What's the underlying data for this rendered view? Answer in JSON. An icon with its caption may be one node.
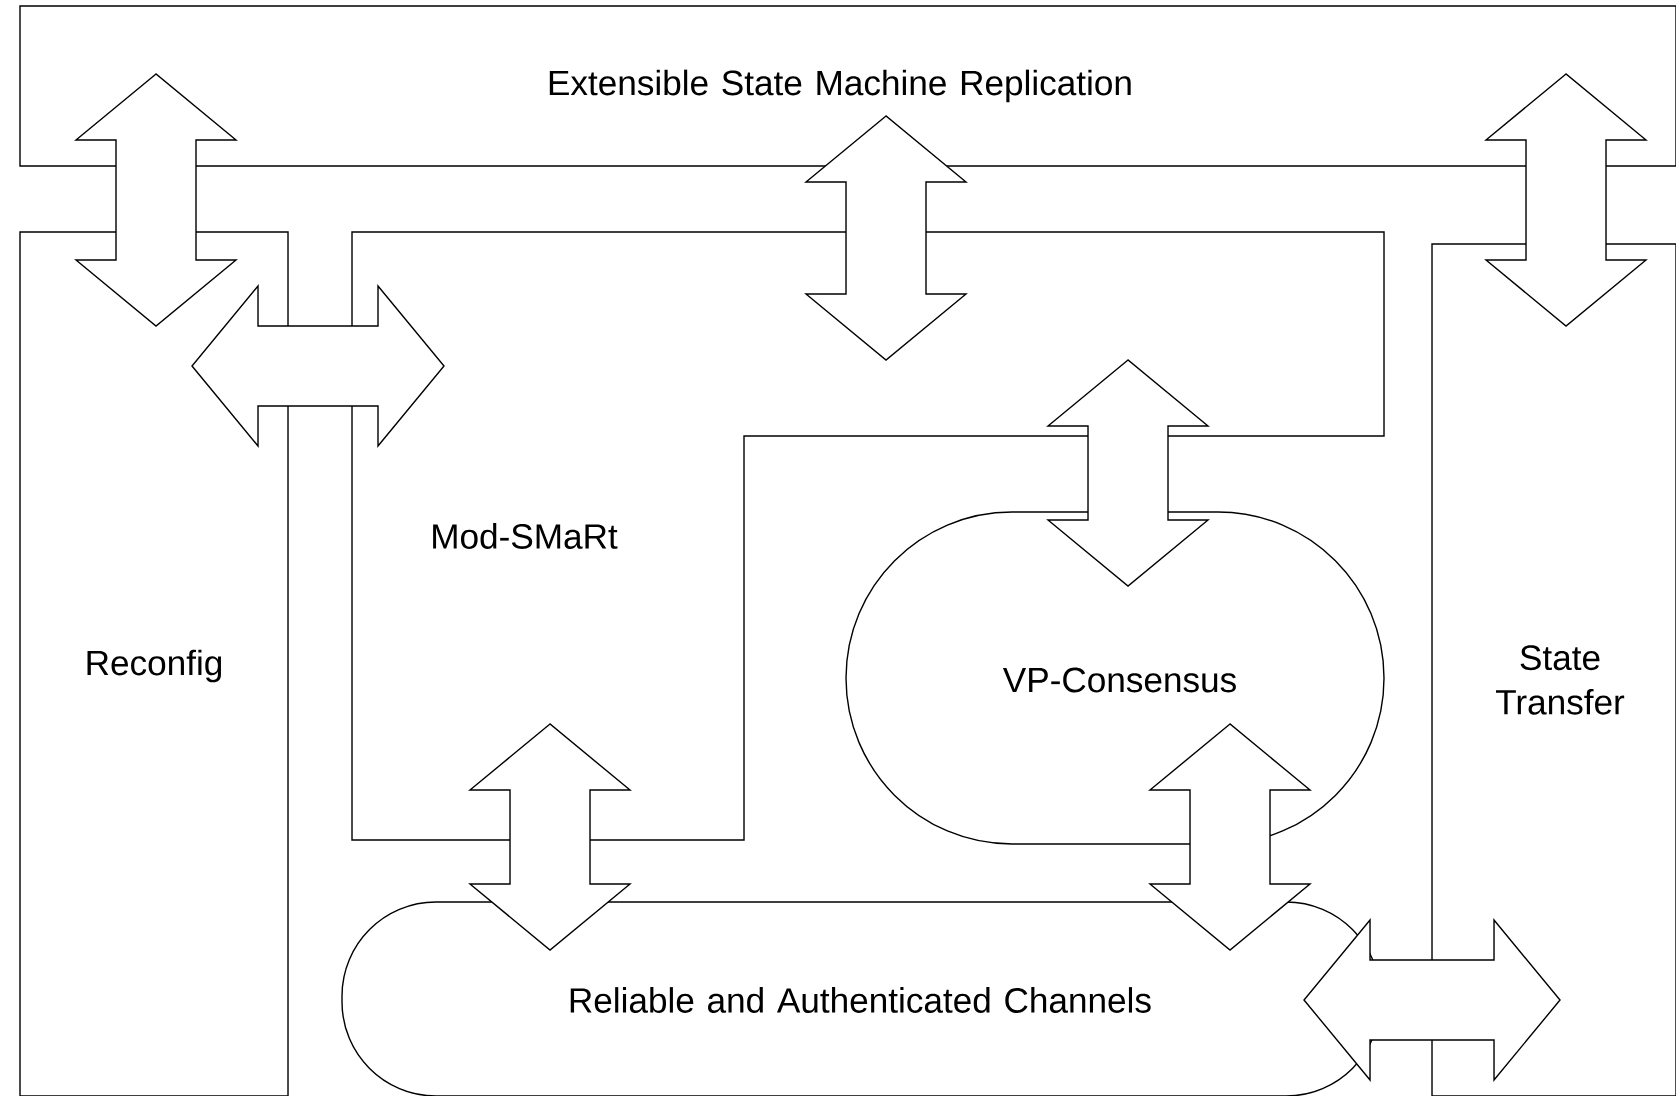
{
  "diagram": {
    "nodes": [
      {
        "text": [
          "Extensible State Machine Replication"
        ]
      },
      {
        "text": [
          "Reconfig"
        ]
      },
      {
        "text": [
          "Mod-SMaRt"
        ]
      },
      {
        "text": [
          "VP-Consensus"
        ]
      },
      {
        "text": [
          "State Transfer"
        ]
      },
      {
        "text": [
          "Reliable and Authenticated Channels"
        ]
      }
    ],
    "edges": [
      {
        "from": 0,
        "to": 1,
        "arrow": "both"
      },
      {
        "from": 0,
        "to": 2,
        "arrow": "both"
      },
      {
        "from": 0,
        "to": 4,
        "arrow": "both"
      },
      {
        "from": 1,
        "to": 2,
        "arrow": "both"
      },
      {
        "from": 2,
        "to": 3,
        "arrow": "both"
      },
      {
        "from": 2,
        "to": 5,
        "arrow": "both"
      },
      {
        "from": 3,
        "to": 5,
        "arrow": "both"
      },
      {
        "from": 5,
        "to": 4,
        "arrow": "both"
      }
    ]
  }
}
